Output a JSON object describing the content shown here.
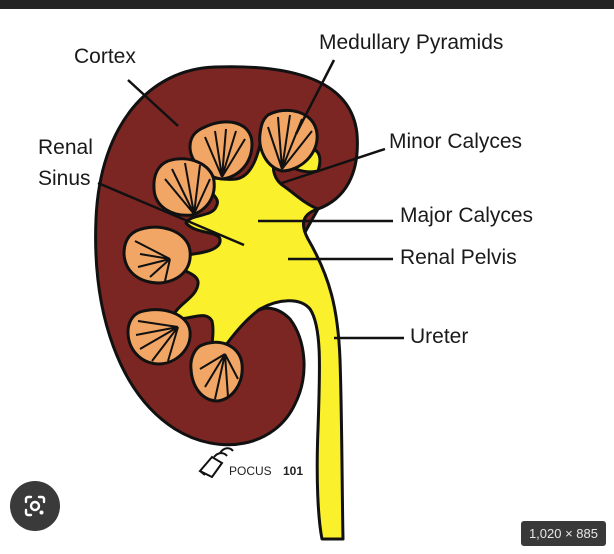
{
  "labels": {
    "cortex": "Cortex",
    "medullary_pyramids": "Medullary Pyramids",
    "minor_calyces": "Minor Calyces",
    "renal_sinus_line1": "Renal",
    "renal_sinus_line2": "Sinus",
    "major_calyces": "Major Calyces",
    "renal_pelvis": "Renal Pelvis",
    "ureter": "Ureter"
  },
  "brand": {
    "name": "POCUS",
    "number": "101"
  },
  "viewer": {
    "dimensions": "1,020 × 885",
    "lens_icon": "google-lens-icon"
  },
  "colors": {
    "cortex": "#7b2623",
    "pyramid": "#f2a665",
    "collecting_system": "#fbf02c",
    "outline": "#111111",
    "viewer_bg": "#232323"
  }
}
